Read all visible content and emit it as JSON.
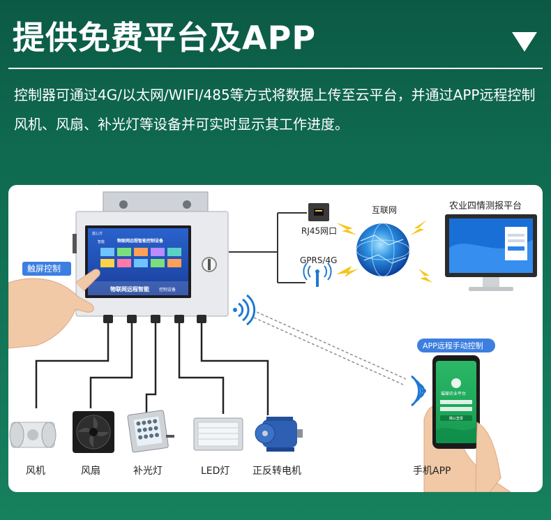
{
  "header": {
    "title": "提供免费平台及APP",
    "description": "控制器可通过4G/以太网/WIFI/485等方式将数据上传至云平台，并通过APP远程控制风机、风扇、补光灯等设备并可实时显示其工作进度。"
  },
  "controller": {
    "logo_text": "蓝心方",
    "menu_top": "智能",
    "screen_title": "物联网远程智能控制设备",
    "footer_text": "物联网远程智能",
    "footer_sub": "控制设备"
  },
  "labels": {
    "touch": "触屏控制",
    "rj45": "RJ45网口",
    "gprs": "GPRS/4G",
    "internet": "互联网",
    "platform": "农业四情测报平台",
    "app_remote": "APP远程手动控制"
  },
  "phone": {
    "app_title": "璀璨农业平台",
    "button": "确认登录"
  },
  "devices": [
    {
      "label": "风机"
    },
    {
      "label": "风扇"
    },
    {
      "label": "补光灯"
    },
    {
      "label": "LED灯"
    },
    {
      "label": "正反转电机"
    }
  ],
  "phone_label": "手机APP",
  "colors": {
    "bg_green": "#0f6a4f",
    "screen_blue": "#1e4fb8",
    "label_blue": "#3d7fe0",
    "wifi_blue": "#1f78d1",
    "lightning": "#f5c518"
  }
}
